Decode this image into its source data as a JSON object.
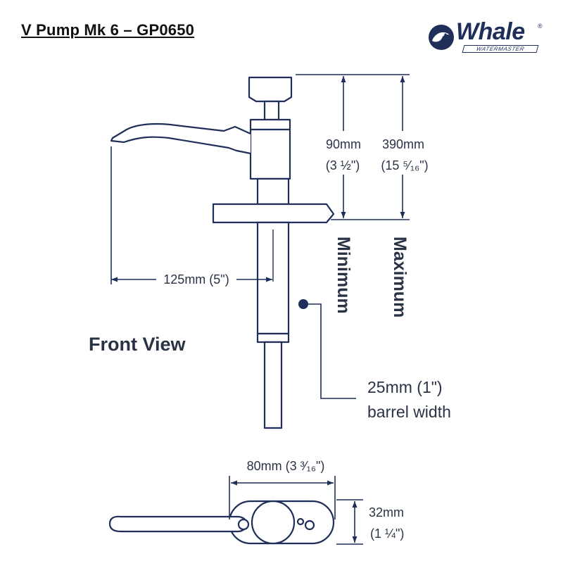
{
  "header": {
    "title": "V Pump Mk 6 – GP0650"
  },
  "logo": {
    "brand": "Whale",
    "registered_mark": "®",
    "tagline": "WATERMASTER",
    "icon": "whale-logo-icon"
  },
  "front_view": {
    "view_label": "Front View",
    "dim_reach": "125mm (5\")",
    "dim_min_height": "90mm",
    "dim_min_height_imperial": "(3 ½\")",
    "dim_max_height": "390mm",
    "dim_max_height_imperial": "(15 ⁵⁄₁₆\")",
    "label_minimum": "Minimum",
    "label_maximum": "Maximum",
    "barrel_width": "25mm (1\")",
    "barrel_caption": "barrel width"
  },
  "top_view": {
    "dim_base_length": "80mm (3 ³⁄₁₆\")",
    "dim_base_width": "32mm",
    "dim_base_width_imperial": "(1 ¼\")"
  },
  "colors": {
    "line": "#1f2f5a",
    "text": "#2a3345",
    "title": "#111111"
  }
}
